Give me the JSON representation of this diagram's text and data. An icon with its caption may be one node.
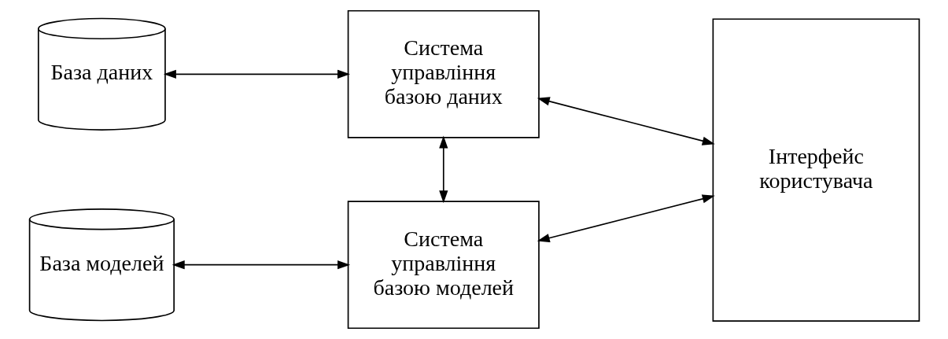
{
  "diagram": {
    "nodes": [
      {
        "text": [
          "База даних"
        ]
      },
      {
        "text": [
          "Система управління базою даних"
        ]
      },
      {
        "text": [
          "Інтерфейс користувача"
        ]
      },
      {
        "text": [
          "База моделей"
        ]
      },
      {
        "text": [
          "Система управління базою моделей"
        ]
      }
    ],
    "edges": [
      {
        "from": 0,
        "to": 1,
        "arrow": "both"
      },
      {
        "from": 1,
        "to": 2,
        "arrow": "both"
      },
      {
        "from": 1,
        "to": 4,
        "arrow": "both"
      },
      {
        "from": 3,
        "to": 4,
        "arrow": "both"
      },
      {
        "from": 4,
        "to": 2,
        "arrow": "both"
      }
    ]
  }
}
